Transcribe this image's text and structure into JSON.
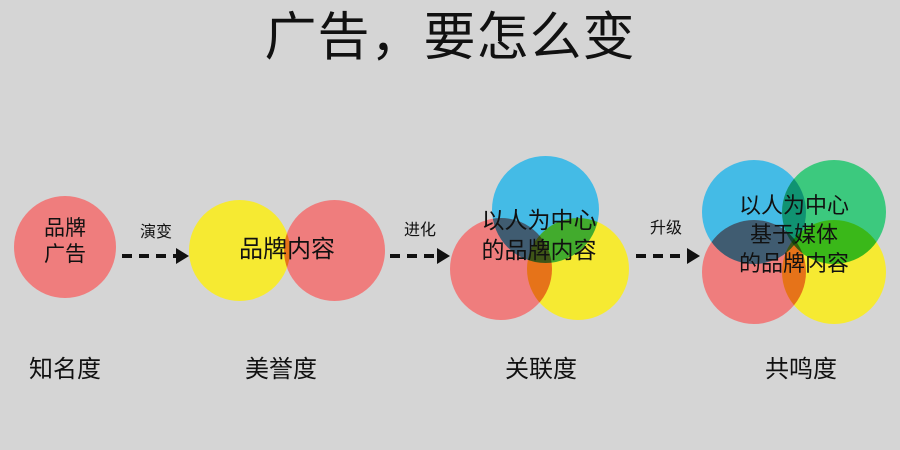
{
  "page": {
    "title": "广告，要怎么变",
    "background_color": "#d5d5d5",
    "text_color": "#111111"
  },
  "colors": {
    "red": "#ef7d7d",
    "yellow": "#f6ea32",
    "blue": "#44bbe6",
    "green": "#3cc97e"
  },
  "stages": [
    {
      "id": "stage-1",
      "circle_text": "品牌\n广告",
      "circle_text_lines": [
        "品牌",
        "广告"
      ],
      "caption": "知名度",
      "circles": [
        "red"
      ]
    },
    {
      "id": "stage-2",
      "circle_text": "品牌内容",
      "circle_text_lines": [
        "品牌内容"
      ],
      "caption": "美誉度",
      "circles": [
        "yellow",
        "red"
      ]
    },
    {
      "id": "stage-3",
      "circle_text": "以人为中心\n的品牌内容",
      "circle_text_lines": [
        "以人为中心",
        "的品牌内容"
      ],
      "caption": "关联度",
      "circles": [
        "blue",
        "red",
        "yellow"
      ]
    },
    {
      "id": "stage-4",
      "circle_text": "以人为中心\n基于媒体\n的品牌内容",
      "circle_text_lines": [
        "以人为中心",
        "基于媒体",
        "的品牌内容"
      ],
      "caption": "共鸣度",
      "circles": [
        "blue",
        "green",
        "red",
        "yellow"
      ]
    }
  ],
  "arrows": [
    {
      "id": "arrow-1",
      "label": "演变"
    },
    {
      "id": "arrow-2",
      "label": "进化"
    },
    {
      "id": "arrow-3",
      "label": "升级"
    }
  ]
}
